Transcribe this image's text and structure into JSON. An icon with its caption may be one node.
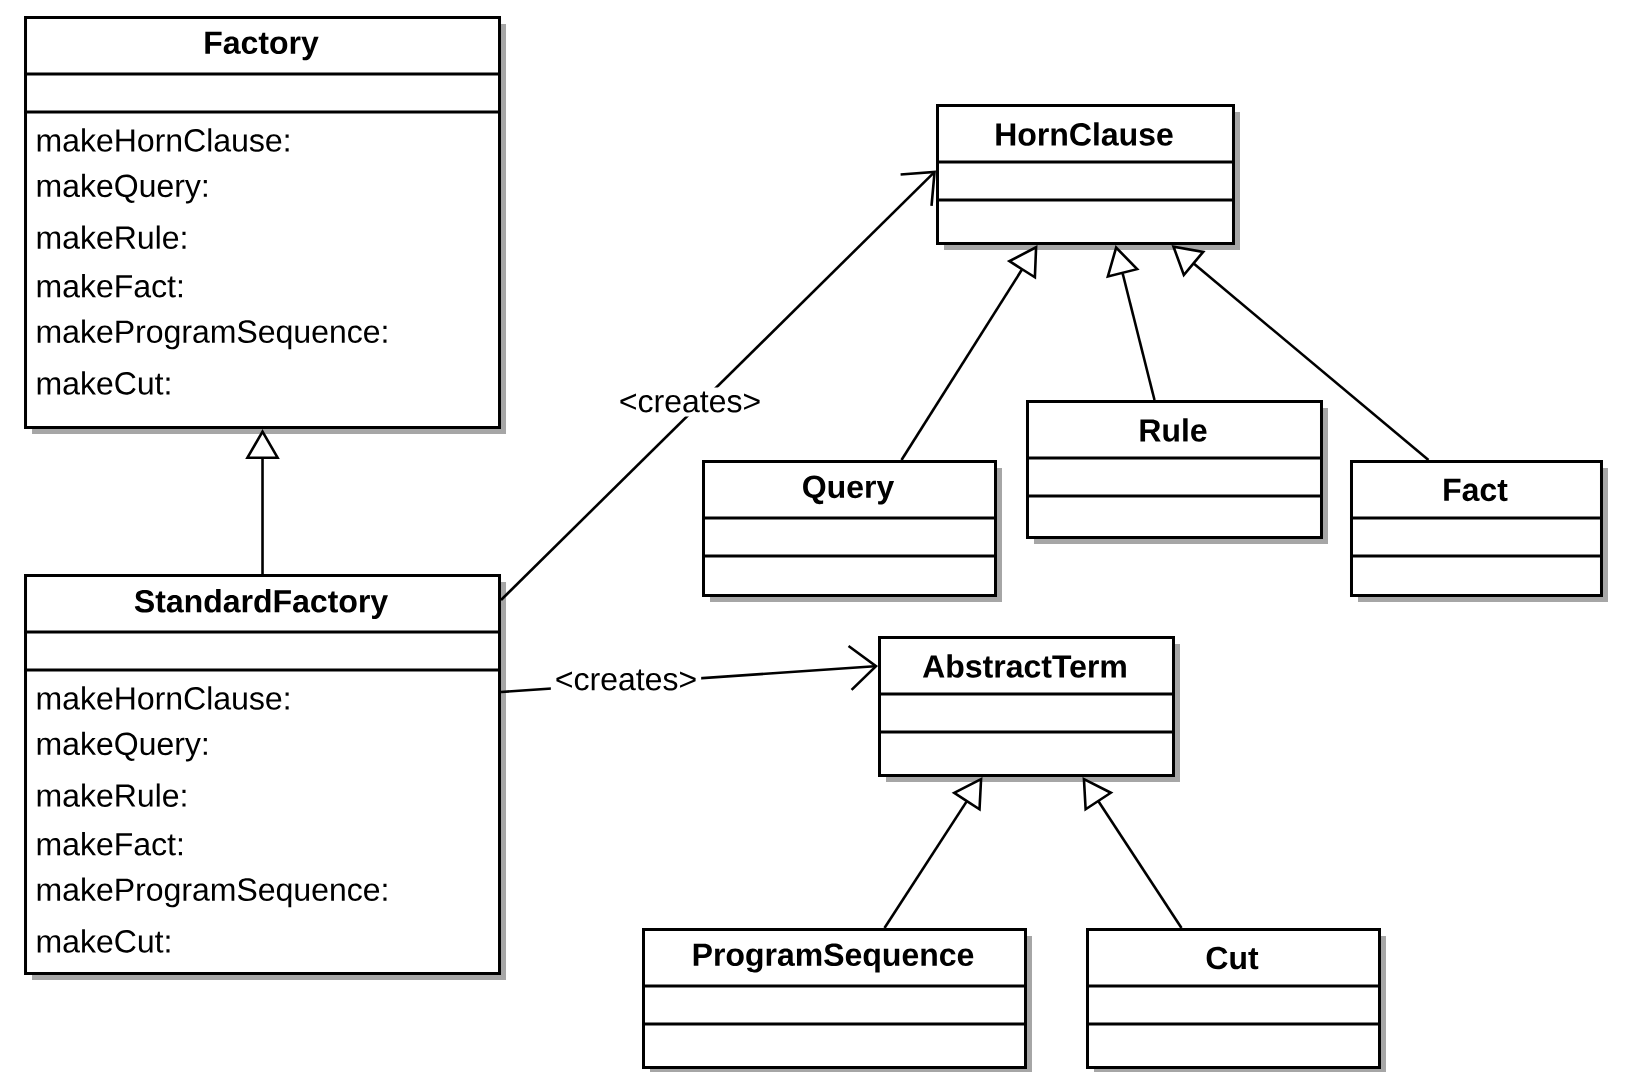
{
  "diagram": {
    "nodes": [
      {
        "text": [
          "Factory",
          "makeHornClause:",
          "makeQuery:",
          "makeRule:",
          "makeFact:",
          "makeProgramSequence:",
          "makeCut:"
        ]
      },
      {
        "text": [
          "StandardFactory",
          "makeHornClause:",
          "makeQuery:",
          "makeRule:",
          "makeFact:",
          "makeProgramSequence:",
          "makeCut:"
        ]
      },
      {
        "text": [
          "HornClause"
        ]
      },
      {
        "text": [
          "Query"
        ]
      },
      {
        "text": [
          "Rule"
        ]
      },
      {
        "text": [
          "Fact"
        ]
      },
      {
        "text": [
          "AbstractTerm"
        ]
      },
      {
        "text": [
          "ProgramSequence"
        ]
      },
      {
        "text": [
          "Cut"
        ]
      }
    ],
    "edges": [
      {
        "from": 1,
        "to": 0,
        "arrow": "to"
      },
      {
        "from": 1,
        "to": 2,
        "arrow": "to",
        "label": "<creates>"
      },
      {
        "from": 1,
        "to": 6,
        "arrow": "to",
        "label": "<creates>"
      },
      {
        "from": 3,
        "to": 2,
        "arrow": "to"
      },
      {
        "from": 4,
        "to": 2,
        "arrow": "to"
      },
      {
        "from": 5,
        "to": 2,
        "arrow": "to"
      },
      {
        "from": 7,
        "to": 6,
        "arrow": "to"
      },
      {
        "from": 8,
        "to": 6,
        "arrow": "to"
      }
    ]
  }
}
